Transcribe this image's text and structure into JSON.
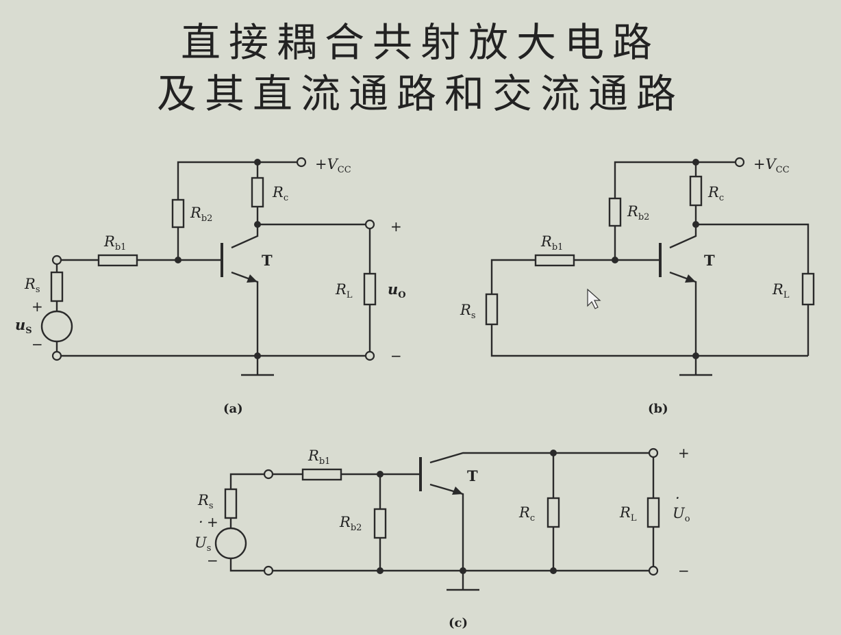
{
  "title": {
    "line1": "直接耦合共射放大电路",
    "line2": "及其直流通路和交流通路"
  },
  "labels": {
    "vcc_sign": "+",
    "vcc_v": "V",
    "vcc_sub": "CC",
    "R": "R",
    "sub_b1": "b1",
    "sub_b2": "b2",
    "sub_c": "c",
    "sub_s": "s",
    "sub_L": "L",
    "T": "T",
    "u": "u",
    "sub_S": "S",
    "sub_O": "O",
    "U": "U",
    "dot": "·",
    "sub_o": "o",
    "plus": "+",
    "minus": "−"
  },
  "captions": {
    "a": "(a)",
    "b": "(b)",
    "c": "(c)"
  }
}
